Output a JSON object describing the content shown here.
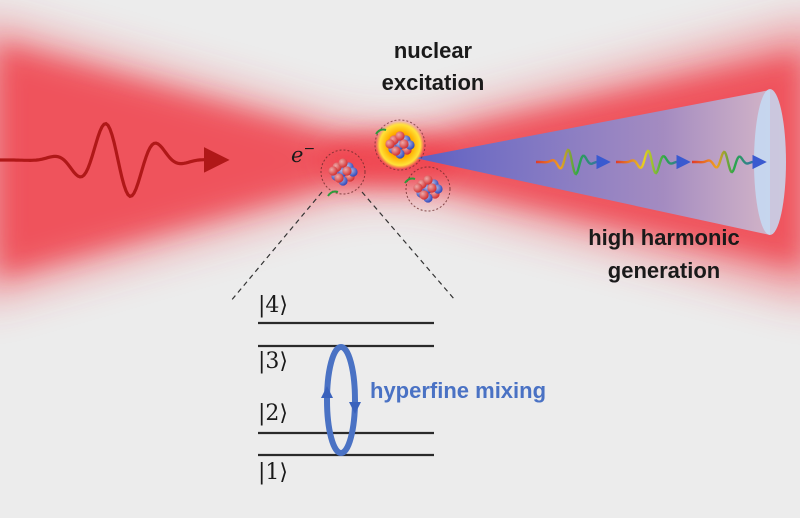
{
  "labels": {
    "nuclear_line1": "nuclear",
    "nuclear_line2": "excitation",
    "electron": "e",
    "electron_sup": "−",
    "hhg_line1": "high harmonic",
    "hhg_line2": "generation",
    "mixing": "hyperfine mixing"
  },
  "levels": [
    {
      "label": "|4⟩"
    },
    {
      "label": "|3⟩"
    },
    {
      "label": "|2⟩"
    },
    {
      "label": "|1⟩"
    }
  ],
  "colors": {
    "background": "#ececec",
    "laser": "#f0323c",
    "pulse": "#b01818",
    "cone": "#6f7ad2",
    "mixing": "#4a72c4",
    "text": "#1a1a1a",
    "line": "#2a2a2a",
    "proton": "#d22a2a",
    "neutron": "#2c44b8",
    "glow": "#f7b600"
  },
  "icons": {
    "nucleus": "nucleus-icon",
    "excited_nucleus": "excited-nucleus-icon",
    "electron_arrow": "green-arrow-icon"
  }
}
